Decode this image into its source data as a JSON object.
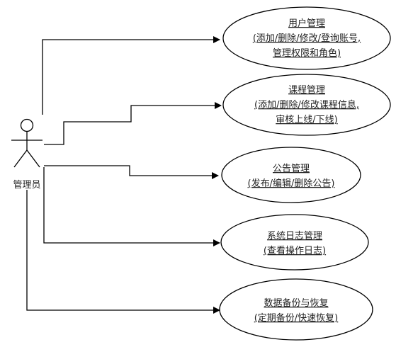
{
  "actor": {
    "label": "管理员"
  },
  "use_cases": [
    {
      "title": "用户管理",
      "detail": [
        "(添加/删除/修改/登询账号,",
        "管理权限和角色)"
      ]
    },
    {
      "title": "课程管理",
      "detail": [
        "(添加/删除/修改课程信息,",
        "审核上线/下线)"
      ]
    },
    {
      "title": "公告管理",
      "detail": [
        "(发布/编辑/删除公告)"
      ]
    },
    {
      "title": "系统日志管理",
      "detail": [
        "(查看操作日志)"
      ]
    },
    {
      "title": "数据备份与恢复",
      "detail": [
        "(定期备份/快速恢复)"
      ]
    }
  ]
}
